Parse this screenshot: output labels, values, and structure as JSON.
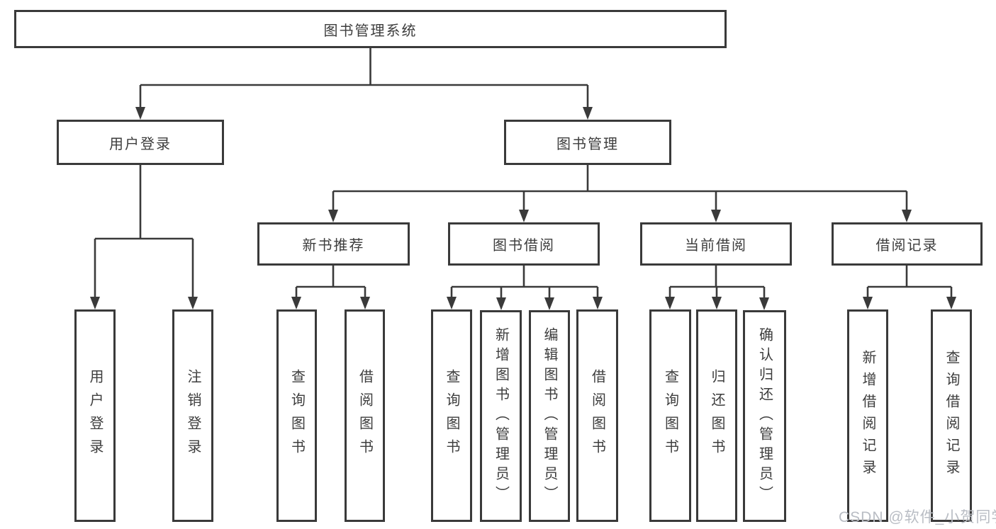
{
  "tree": {
    "root": {
      "label": "图书管理系统"
    },
    "branches": [
      {
        "label": "用户登录",
        "children": [
          {
            "label": "用户登录"
          },
          {
            "label": "注销登录"
          }
        ]
      },
      {
        "label": "图书管理",
        "sections": [
          {
            "label": "新书推荐",
            "children": [
              {
                "label": "查询图书"
              },
              {
                "label": "借阅图书"
              }
            ]
          },
          {
            "label": "图书借阅",
            "children": [
              {
                "label": "查询图书"
              },
              {
                "label": "新增图书（管理员）"
              },
              {
                "label": "编辑图书（管理员）"
              },
              {
                "label": "借阅图书"
              }
            ]
          },
          {
            "label": "当前借阅",
            "children": [
              {
                "label": "查询图书"
              },
              {
                "label": "归还图书"
              },
              {
                "label": "确认归还（管理员）"
              }
            ]
          },
          {
            "label": "借阅记录",
            "children": [
              {
                "label": "新增借阅记录"
              },
              {
                "label": "查询借阅记录"
              }
            ]
          }
        ]
      }
    ]
  },
  "watermark": {
    "text": "CSDN @软件_小贺同学"
  },
  "colors": {
    "ink": "#3a3a3a",
    "watermark": "#b9bdc4",
    "background": "#ffffff"
  }
}
